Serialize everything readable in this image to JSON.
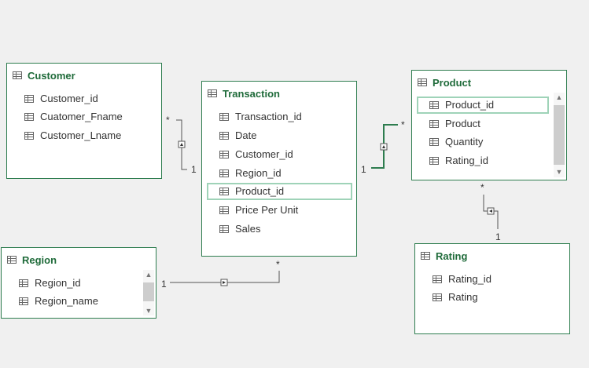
{
  "tables": {
    "customer": {
      "title": "Customer",
      "fields": [
        "Customer_id",
        "Cuatomer_Fname",
        "Customer_Lname"
      ]
    },
    "transaction": {
      "title": "Transaction",
      "fields": [
        "Transaction_id",
        "Date",
        "Customer_id",
        "Region_id",
        "Product_id",
        "Price Per Unit",
        "Sales"
      ]
    },
    "product": {
      "title": "Product",
      "fields": [
        "Product_id",
        "Product",
        "Quantity",
        "Rating_id"
      ]
    },
    "region": {
      "title": "Region",
      "fields": [
        "Region_id",
        "Region_name"
      ]
    },
    "rating": {
      "title": "Rating",
      "fields": [
        "Rating_id",
        "Rating"
      ]
    }
  },
  "relationships": {
    "customer_transaction": {
      "one": "1",
      "many": "*"
    },
    "transaction_product": {
      "one": "1",
      "many": "*"
    },
    "region_transaction": {
      "one": "1",
      "many": "*"
    },
    "product_rating": {
      "one": "1",
      "many": "*"
    }
  },
  "colors": {
    "accent": "#2e7d4f",
    "title_text": "#1f6b3a",
    "highlight": "#9fd3b8",
    "background": "#f0f0f0"
  },
  "icon": "table-grid-icon"
}
